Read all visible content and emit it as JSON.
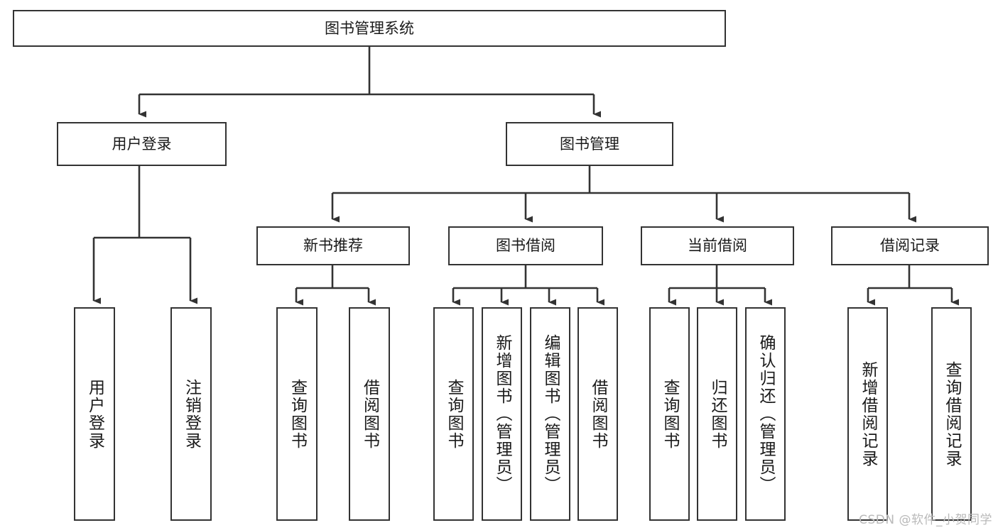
{
  "diagram": {
    "title": "图书管理系统",
    "watermark": "CSDN @软件_小贺同学",
    "line_color": "#333333",
    "box_fill": "#ffffff",
    "text_color": "#1a1a1a",
    "background": "#ffffff",
    "nodes": {
      "root": "图书管理系统",
      "user_login": "用户登录",
      "book_manage": "图书管理",
      "new_book_rec": "新书推荐",
      "book_borrow": "图书借阅",
      "current_borrow": "当前借阅",
      "borrow_record": "借阅记录",
      "login_user_login": "用户登录",
      "login_logout": "注销登录",
      "rec_query_book": "查询图书",
      "rec_borrow_book": "借阅图书",
      "borrow_query_book": "查询图书",
      "borrow_add_book": "新增图书（管理员）",
      "borrow_edit_book": "编辑图书（管理员）",
      "borrow_borrow_book": "借阅图书",
      "current_query_book": "查询图书",
      "current_return_book": "归还图书",
      "current_confirm_return": "确认归还（管理员）",
      "record_add": "新增借阅记录",
      "record_query": "查询借阅记录"
    }
  }
}
